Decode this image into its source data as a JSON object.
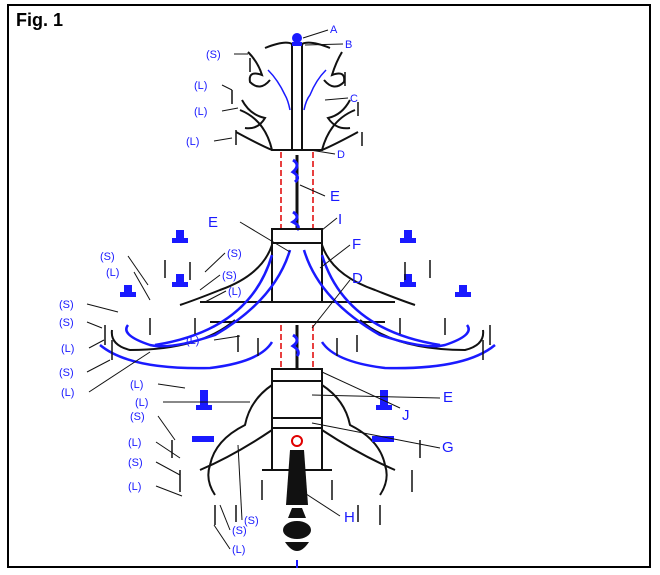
{
  "figure": {
    "label": "Fig. 1"
  },
  "colors": {
    "outline": "#111111",
    "part": "#1a1aff",
    "guide": "#e00000"
  },
  "part_labels": {
    "A": "A",
    "B": "B",
    "C": "C",
    "D": "D",
    "E": "E",
    "F": "F",
    "G": "G",
    "H": "H",
    "I": "I",
    "J": "J"
  },
  "arm_type_labels": {
    "small": "(S)",
    "large": "(L)"
  }
}
